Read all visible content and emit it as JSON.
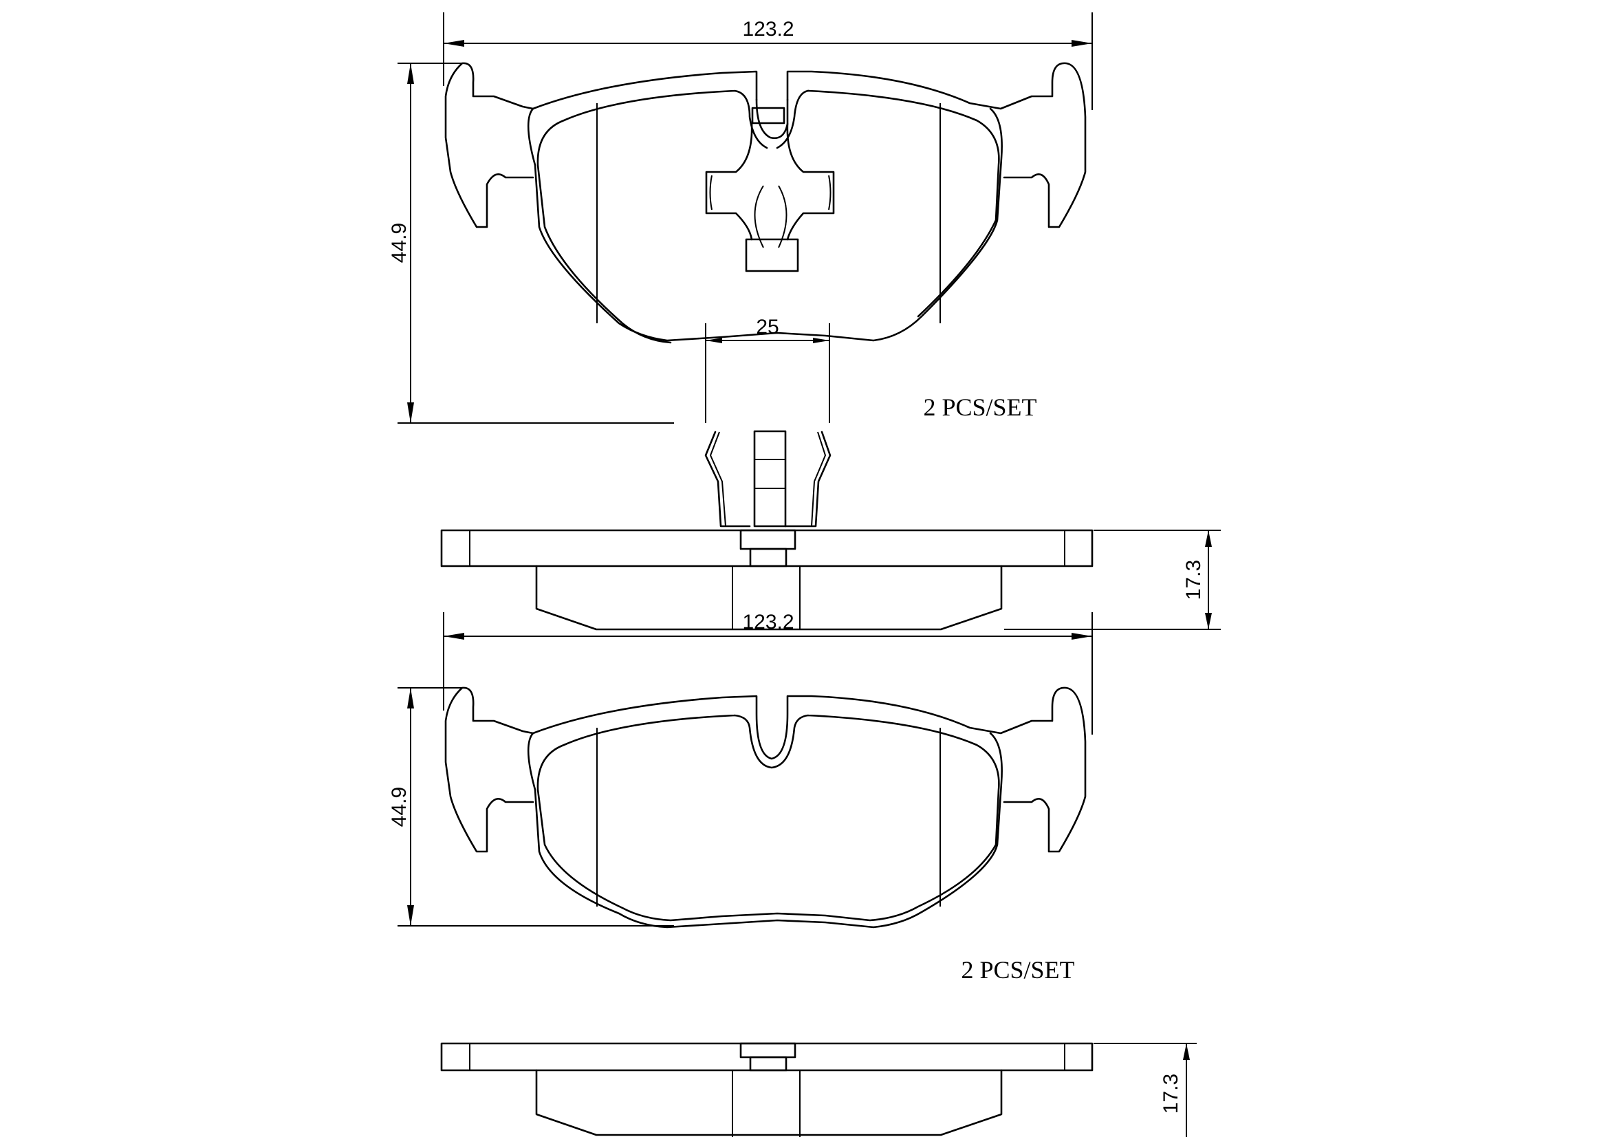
{
  "drawing": {
    "title": "Brake pad dimension drawing",
    "units": "mm",
    "line_color": "#000000",
    "background": "#ffffff"
  },
  "top_view_with_sensor": {
    "width_dim": "123.2",
    "height_dim": "44.9",
    "clip_width_dim": "25"
  },
  "side_view_1": {
    "thickness_dim": "17.3",
    "qty_label": "2 PCS/SET"
  },
  "top_view_plain": {
    "width_dim": "123.2",
    "height_dim": "44.9"
  },
  "side_view_2": {
    "thickness_dim": "17.3",
    "qty_label": "2 PCS/SET"
  }
}
